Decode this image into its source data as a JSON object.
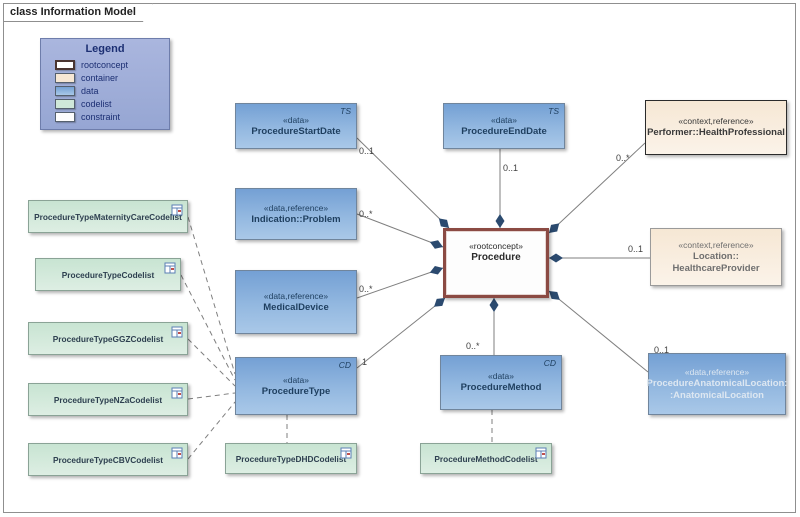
{
  "frame": {
    "title": "class Information Model"
  },
  "legend": {
    "title": "Legend",
    "items": [
      {
        "label": "rootconcept"
      },
      {
        "label": "container"
      },
      {
        "label": "data"
      },
      {
        "label": "codelist"
      },
      {
        "label": "constraint"
      }
    ]
  },
  "nodes": {
    "procedure": {
      "stereotype": "«rootconcept»",
      "name": "Procedure"
    },
    "procedureStartDate": {
      "stereotype": "«data»",
      "name": "ProcedureStartDate",
      "tag": "TS"
    },
    "procedureEndDate": {
      "stereotype": "«data»",
      "name": "ProcedureEndDate",
      "tag": "TS"
    },
    "indicationProblem": {
      "stereotype": "«data,reference»",
      "name": "Indication::Problem"
    },
    "medicalDevice": {
      "stereotype": "«data,reference»",
      "name": "MedicalDevice"
    },
    "procedureType": {
      "stereotype": "«data»",
      "name": "ProcedureType",
      "tag": "CD"
    },
    "procedureMethod": {
      "stereotype": "«data»",
      "name": "ProcedureMethod",
      "tag": "CD"
    },
    "performerHealthProfessional": {
      "stereotype": "«context,reference»",
      "name": "Performer::HealthProfessional"
    },
    "locationHealthcareProvider": {
      "stereotype": "«context,reference»",
      "name_line1": "Location::",
      "name_line2": "HealthcareProvider"
    },
    "procedureAnatomicalLocation": {
      "stereotype": "«data,reference»",
      "name_line1": "ProcedureAnatomicalLocation:",
      "name_line2": ":AnatomicalLocation"
    },
    "codelists": [
      {
        "name": "ProcedureTypeMaternityCareCodelist"
      },
      {
        "name": "ProcedureTypeCodelist"
      },
      {
        "name": "ProcedureTypeGGZCodelist"
      },
      {
        "name": "ProcedureTypeNZaCodelist"
      },
      {
        "name": "ProcedureTypeCBVCodelist"
      },
      {
        "name": "ProcedureTypeDHDCodelist"
      },
      {
        "name": "ProcedureMethodCodelist"
      }
    ]
  },
  "multiplicities": {
    "startDate": "0..1",
    "endDate": "0..1",
    "indication": "0..*",
    "medicalDevice": "0..*",
    "procedureType": "1",
    "procedureMethod": "0..*",
    "performer": "0..*",
    "location": "0..1",
    "anatomicalLocation": "0..1"
  },
  "colors": {
    "data_fill": "#74a0d4",
    "codelist_fill": "#cfe8d9",
    "container_fill": "#f6e7d4",
    "rootconcept_border": "#8b4a43",
    "diamond": "#2b4a6f",
    "connector": "#7f7f7f"
  }
}
